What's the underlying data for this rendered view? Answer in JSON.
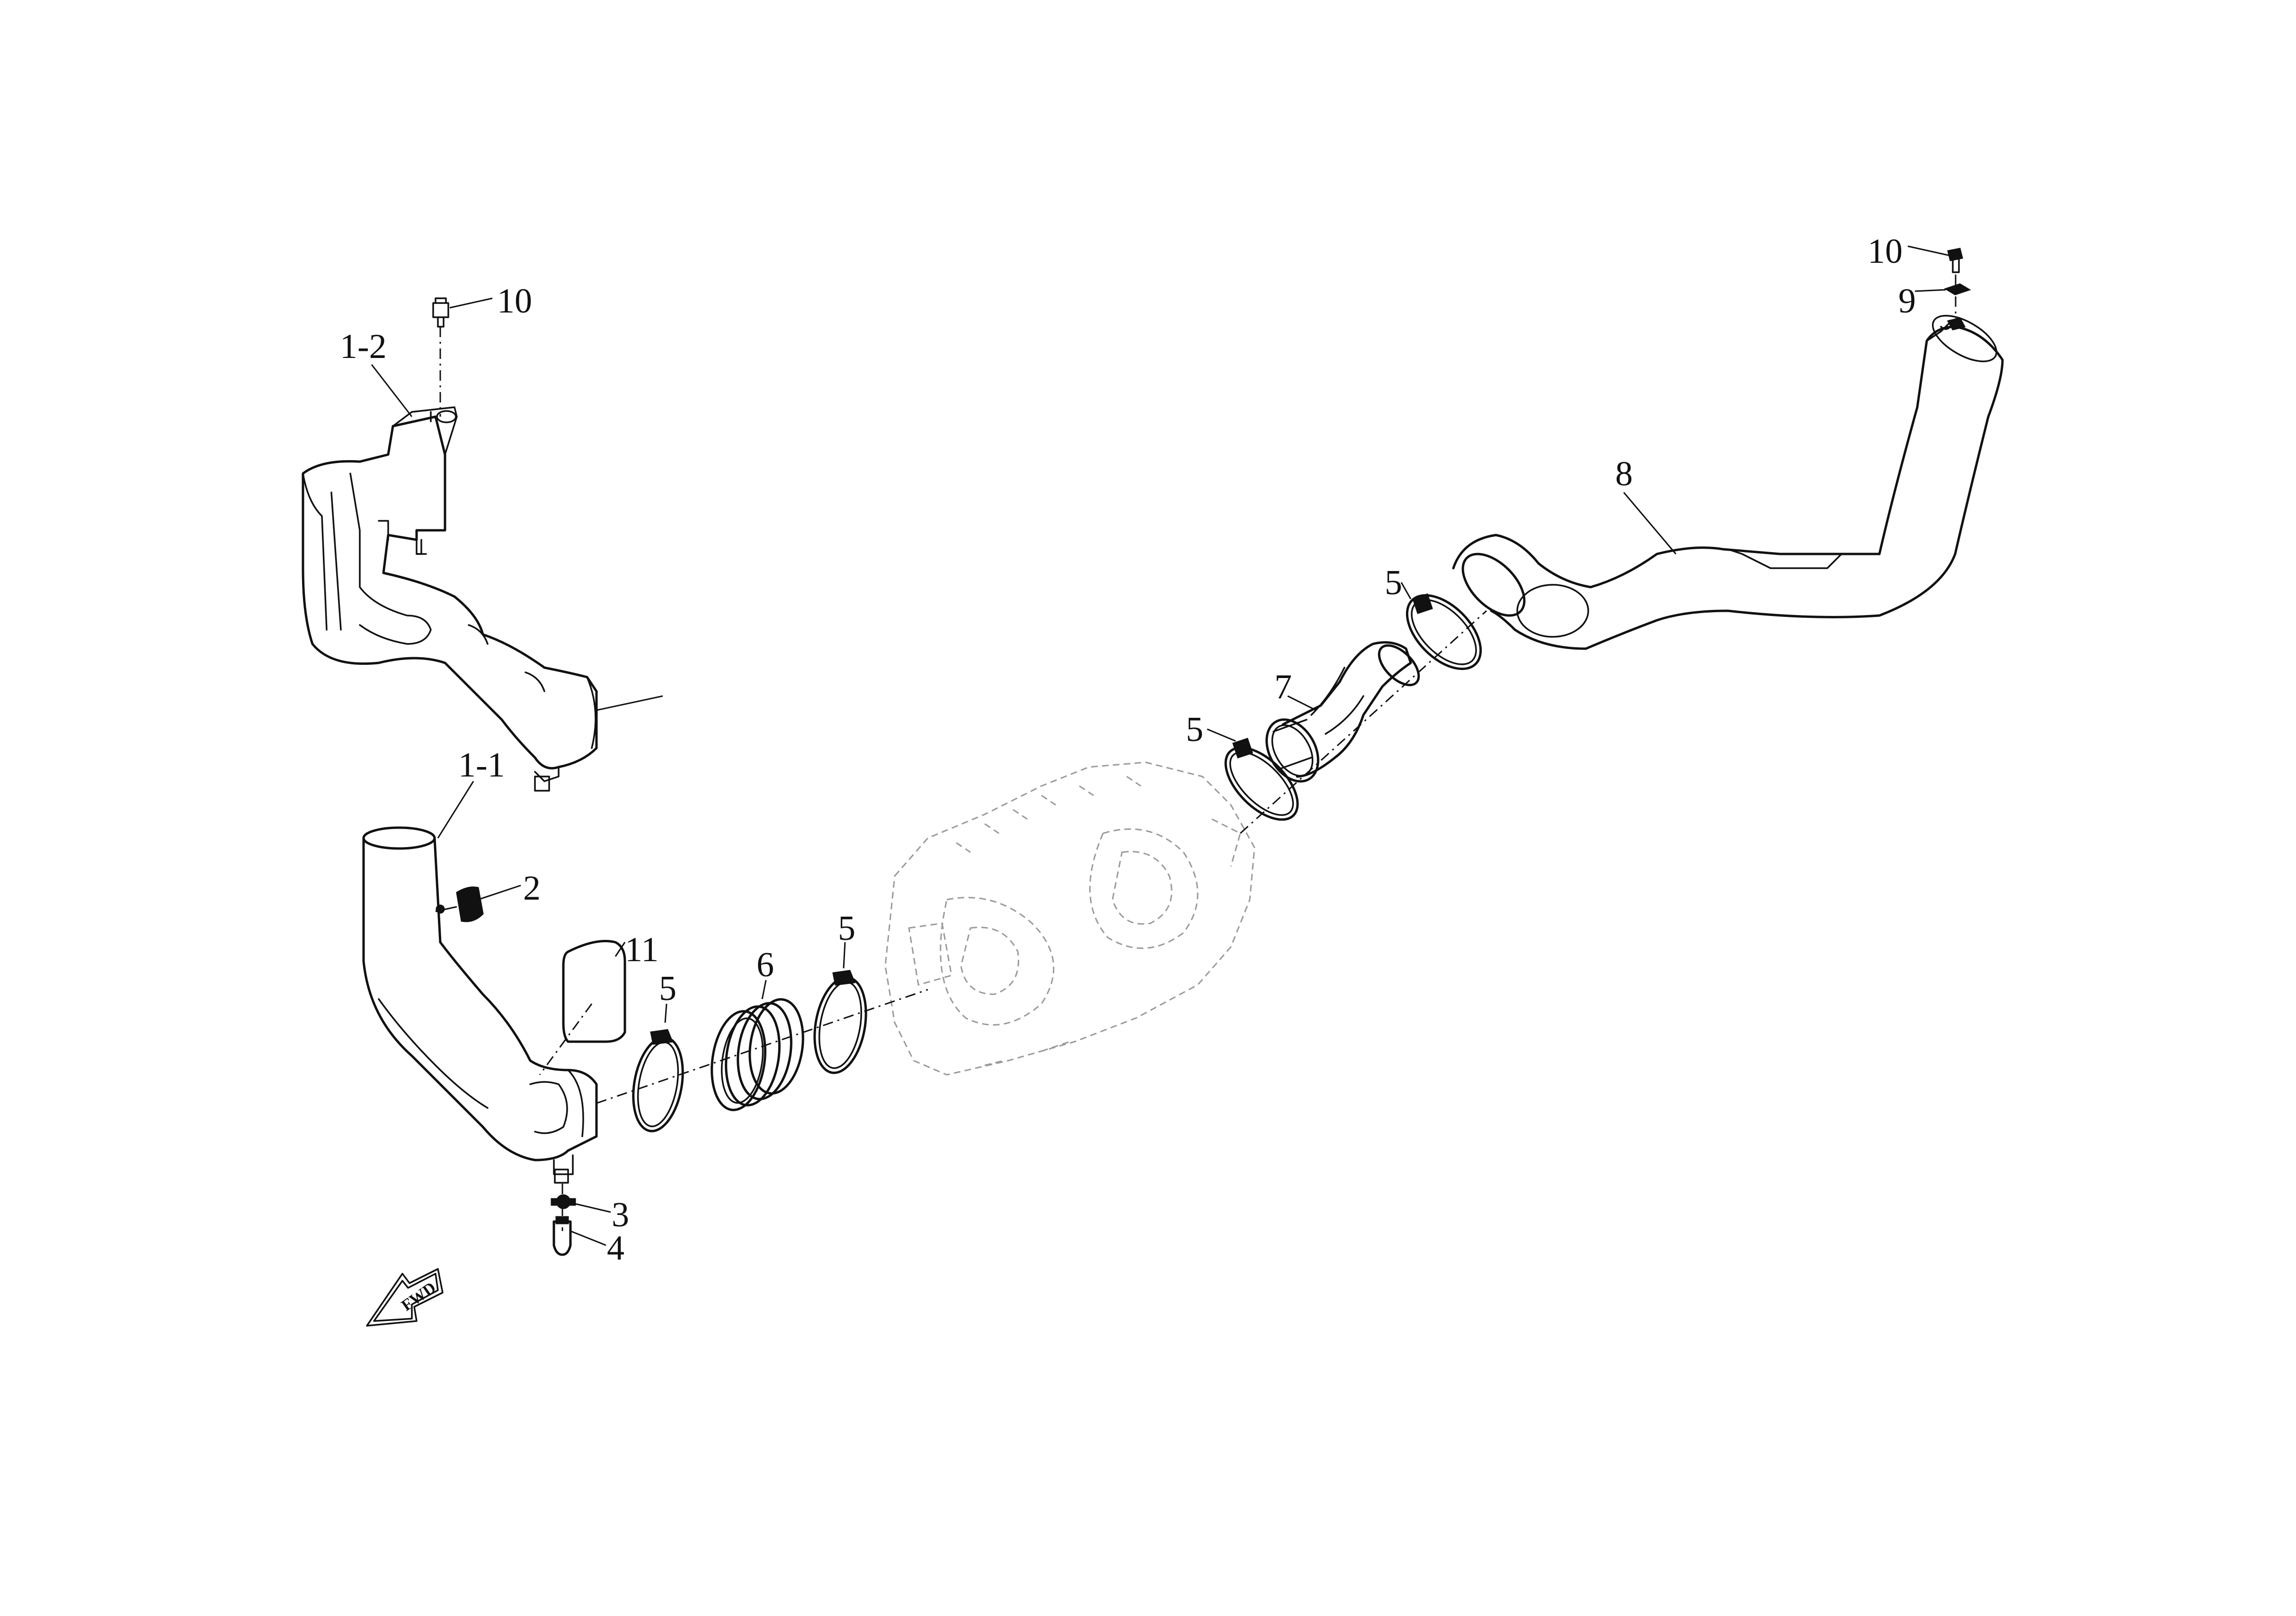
{
  "callouts": {
    "c10_left": "10",
    "c1_2": "1-2",
    "c1_1": "1-1",
    "c2": "2",
    "c11": "11",
    "c5_a": "5",
    "c6": "6",
    "c5_b": "5",
    "c3": "3",
    "c4": "4",
    "c5_c": "5",
    "c7": "7",
    "c5_d": "5",
    "c8": "8",
    "c10_right": "10",
    "c9": "9"
  },
  "fwd_arrow": {
    "label": "FWD",
    "icon": "forward-direction-arrow-icon"
  },
  "colors": {
    "line": "#111111",
    "ghost": "#9a9a9a",
    "background": "#ffffff"
  }
}
